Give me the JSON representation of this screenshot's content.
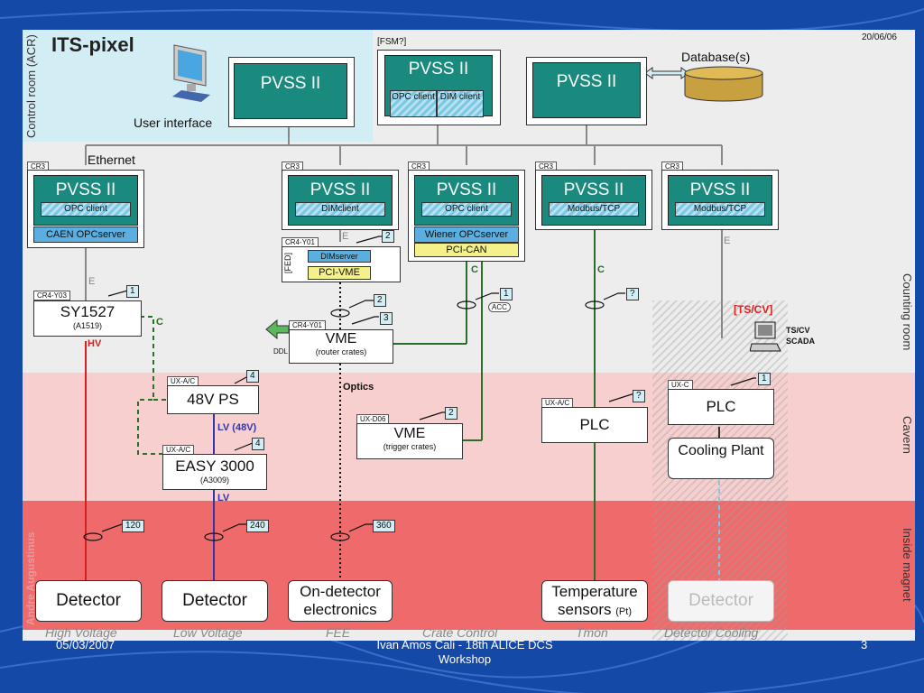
{
  "date_top": "20/06/06",
  "title": "ITS-pixel",
  "fsm": "[FSM?]",
  "user_interface": "User interface",
  "database": "Database(s)",
  "ethernet": "Ethernet",
  "side_labels": {
    "control_room": "Control room (ACR)",
    "counting_room": "Counting room",
    "cavern": "Cavern",
    "inside_magnet": "Inside magnet",
    "faded_left": "Andre Augustinus"
  },
  "top_pvss": [
    {
      "label": "PVSS II"
    },
    {
      "label": "PVSS II",
      "sub": [
        "OPC client",
        "DIM client"
      ]
    },
    {
      "label": "PVSS II"
    }
  ],
  "cr3_tag": "CR3",
  "cr_pvss": [
    {
      "label": "PVSS II",
      "client": "OPC client",
      "server": "CAEN OPCserver"
    },
    {
      "label": "PVSS II",
      "client": "DIMclient"
    },
    {
      "label": "PVSS II",
      "client": "OPC client",
      "server": "Wiener OPCserver",
      "server2": "PCI-CAN"
    },
    {
      "label": "PVSS II",
      "client": "Modbus/TCP"
    },
    {
      "label": "PVSS II",
      "client": "Modbus/TCP"
    }
  ],
  "fed": {
    "tag": "CR4-Y01",
    "side": "[FED]",
    "dimserver": "DIMserver",
    "pcivme": "PCI-VME",
    "num": "2"
  },
  "sy1527": {
    "tag": "CR4-Y03",
    "name": "SY1527",
    "model": "(A1519)",
    "num": "1",
    "hv": "HV"
  },
  "vme_router": {
    "tag": "CR4-Y01",
    "name": "VME",
    "sub": "(router crates)",
    "num_a": "2",
    "num_b": "3",
    "ddl": "DDL"
  },
  "ps48": {
    "tag": "UX-A/C",
    "name": "48V PS",
    "num": "4",
    "lv48": "LV (48V)"
  },
  "easy": {
    "tag": "UX-A/C",
    "name": "EASY 3000",
    "model": "(A3009)",
    "num": "4",
    "lv": "LV"
  },
  "vme_trigger": {
    "tag": "UX-D06",
    "name": "VME",
    "sub": "(trigger crates)",
    "num": "2"
  },
  "plc_tmon": {
    "tag": "UX-A/C",
    "name": "PLC",
    "num": "?"
  },
  "plc_cool": {
    "tag": "UX-C",
    "name": "PLC",
    "num": "1"
  },
  "cooling_plant": "Cooling Plant",
  "tscv": {
    "tag": "[TS/CV]",
    "scada1": "TS/CV",
    "scada2": "SCADA"
  },
  "acc": {
    "num": "1",
    "label": "ACC"
  },
  "q_num": "?",
  "e_letter": "E",
  "c_letter": "C",
  "optics": "Optics",
  "cable_counts": [
    "120",
    "240",
    "360"
  ],
  "bottom_boxes": [
    {
      "text1": "Detector",
      "text2": ""
    },
    {
      "text1": "Detector",
      "text2": ""
    },
    {
      "text1": "On-detector",
      "text2": "electronics"
    },
    {
      "text1": "Temperature",
      "text2": "sensors",
      "small": "(Pt)"
    },
    {
      "text1": "Detector",
      "text2": ""
    }
  ],
  "categories": [
    "High Voltage",
    "Low Voltage",
    "FEE",
    "Crate Control",
    "Tmon",
    "Detector Cooling"
  ],
  "footer": {
    "date": "05/03/2007",
    "center": "Ivan Amos Cali - 18th ALICE DCS Workshop",
    "page": "3"
  },
  "colors": {
    "teal": "#1a8a7e",
    "hv_red": "#d42020",
    "lv_blue": "#3333aa",
    "green": "#2a6e2a",
    "bg_blue": "#1549a8"
  }
}
